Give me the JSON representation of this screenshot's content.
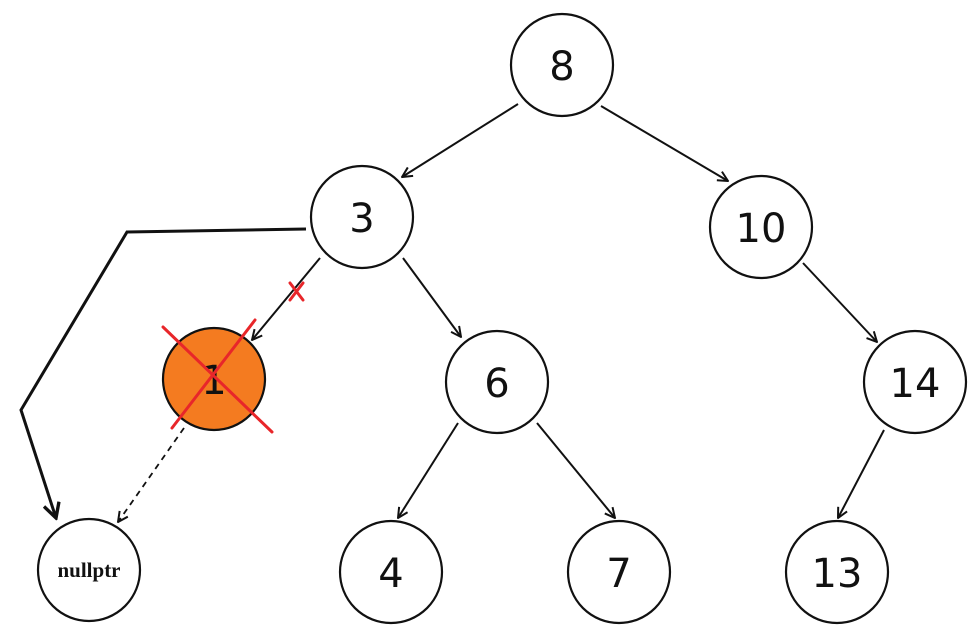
{
  "diagram": {
    "nodes": [
      {
        "id": "n8",
        "label": "8",
        "state": "normal"
      },
      {
        "id": "n3",
        "label": "3",
        "state": "normal"
      },
      {
        "id": "n10",
        "label": "10",
        "state": "normal"
      },
      {
        "id": "n1",
        "label": "1",
        "state": "deleted"
      },
      {
        "id": "n6",
        "label": "6",
        "state": "normal"
      },
      {
        "id": "n14",
        "label": "14",
        "state": "normal"
      },
      {
        "id": "nnull",
        "label": "nullptr",
        "state": "null"
      },
      {
        "id": "n4",
        "label": "4",
        "state": "normal"
      },
      {
        "id": "n7",
        "label": "7",
        "state": "normal"
      },
      {
        "id": "n13",
        "label": "13",
        "state": "normal"
      }
    ],
    "edges": [
      {
        "from": "8",
        "to": "3",
        "style": "solid"
      },
      {
        "from": "8",
        "to": "10",
        "style": "solid"
      },
      {
        "from": "3",
        "to": "1",
        "style": "solid",
        "crossed": true
      },
      {
        "from": "3",
        "to": "6",
        "style": "solid"
      },
      {
        "from": "10",
        "to": "14",
        "style": "solid"
      },
      {
        "from": "6",
        "to": "4",
        "style": "solid"
      },
      {
        "from": "6",
        "to": "7",
        "style": "solid"
      },
      {
        "from": "14",
        "to": "13",
        "style": "solid"
      },
      {
        "from": "1",
        "to": "nullptr",
        "style": "dashed"
      },
      {
        "from": "3",
        "to": "nullptr",
        "style": "bold-rerouted"
      }
    ],
    "colors": {
      "deleted_fill": "#f47b20",
      "cross_mark": "#e8262a",
      "stroke": "#111111"
    }
  }
}
